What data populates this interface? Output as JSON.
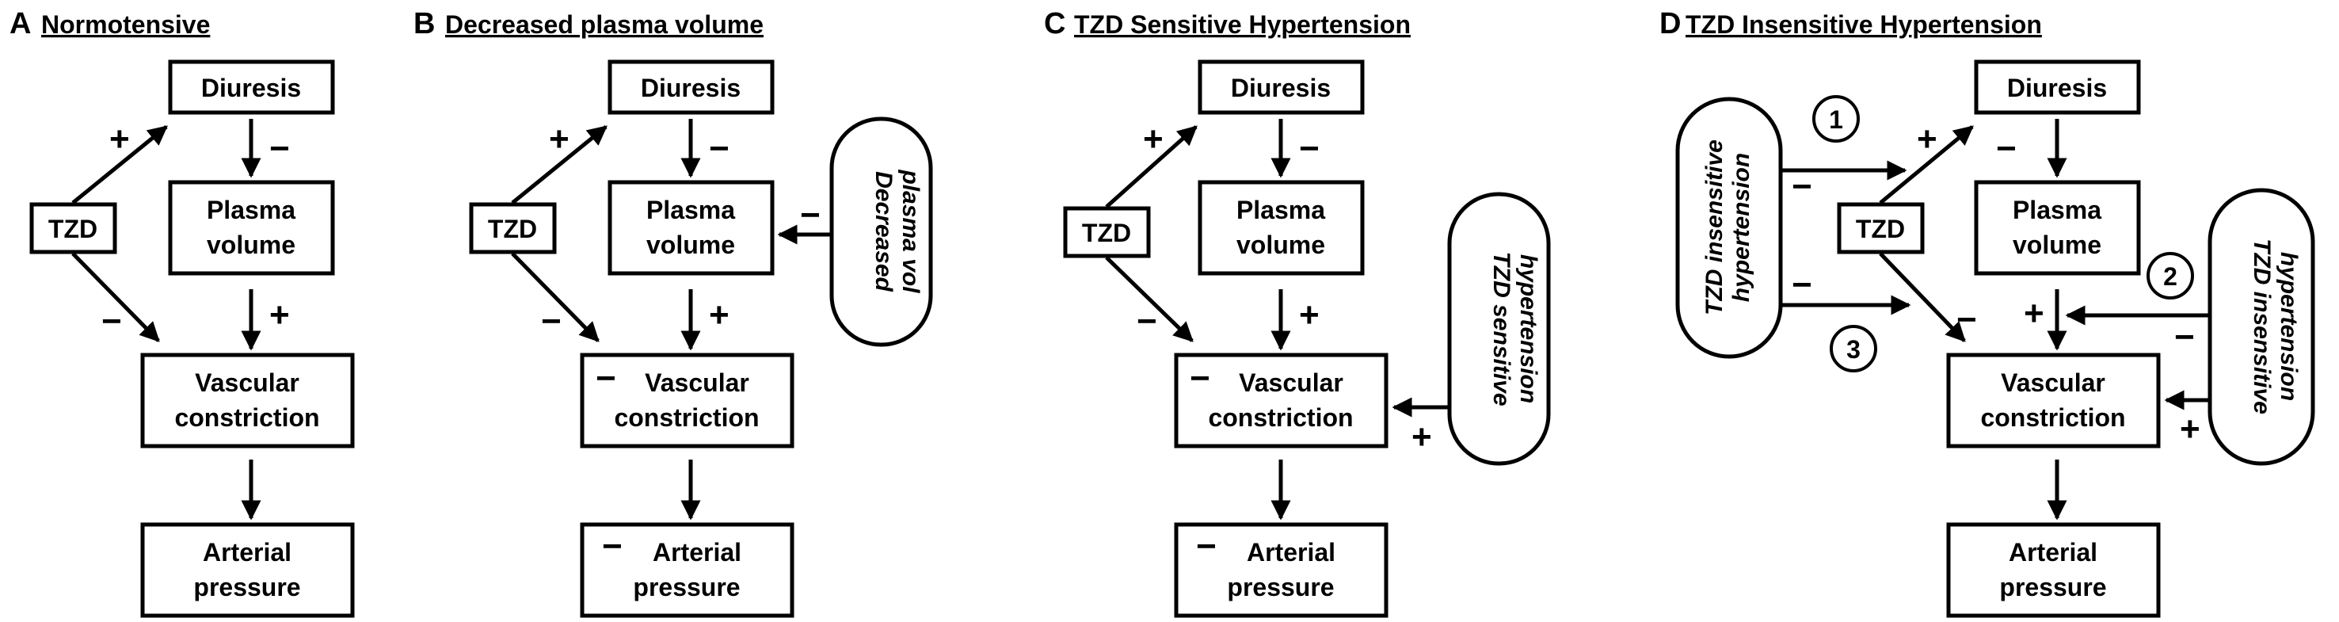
{
  "panels": {
    "a": {
      "letter": "A",
      "title": "Normotensive",
      "diuresis": "Diuresis",
      "plasma_1": "Plasma",
      "plasma_2": "volume",
      "tzd": "TZD",
      "vascular_1": "Vascular",
      "vascular_2": "constriction",
      "arterial_1": "Arterial",
      "arterial_2": "pressure"
    },
    "b": {
      "letter": "B",
      "title": "Decreased plasma volume",
      "diuresis": "Diuresis",
      "plasma_1": "Plasma",
      "plasma_2": "volume",
      "tzd": "TZD",
      "vascular_1": "Vascular",
      "vascular_2": "constriction",
      "arterial_1": "Arterial",
      "arterial_2": "pressure",
      "pill_1": "Decreased",
      "pill_2": "plasma vol"
    },
    "c": {
      "letter": "C",
      "title": "TZD Sensitive Hypertension",
      "diuresis": "Diuresis",
      "plasma_1": "Plasma",
      "plasma_2": "volume",
      "tzd": "TZD",
      "vascular_1": "Vascular",
      "vascular_2": "constriction",
      "arterial_1": "Arterial",
      "arterial_2": "pressure",
      "pill_1": "TZD sensitive",
      "pill_2": "hypertension"
    },
    "d": {
      "letter": "D",
      "title": "TZD Insensitive Hypertension",
      "diuresis": "Diuresis",
      "plasma_1": "Plasma",
      "plasma_2": "volume",
      "tzd": "TZD",
      "vascular_1": "Vascular",
      "vascular_2": "constriction",
      "arterial_1": "Arterial",
      "arterial_2": "pressure",
      "pill_left_1": "TZD insensitive",
      "pill_left_2": "hypertension",
      "pill_right_1": "TZD insensitive",
      "pill_right_2": "hypertension",
      "num_1": "1",
      "num_2": "2",
      "num_3": "3"
    }
  },
  "signs": {
    "plus": "+",
    "minus": "−"
  }
}
